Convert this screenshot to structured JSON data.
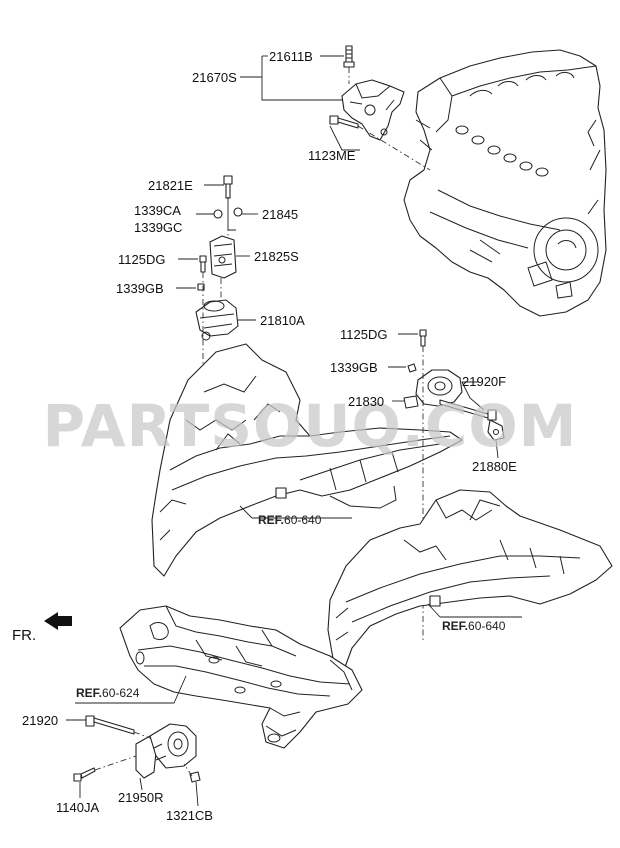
{
  "watermark": "PARTSOUQ.COM",
  "direction_label": "FR.",
  "part_labels": {
    "p21611B": "21611B",
    "p21670S": "21670S",
    "p1123ME": "1123ME",
    "p21821E": "21821E",
    "p1339CA": "1339CA",
    "p1339GC": "1339GC",
    "p21845": "21845",
    "p1125DG_a": "1125DG",
    "p21825S": "21825S",
    "p1339GB_a": "1339GB",
    "p21810A": "21810A",
    "p1125DG_b": "1125DG",
    "p1339GB_b": "1339GB",
    "p21920F": "21920F",
    "p21830": "21830",
    "p21880E": "21880E",
    "p21920": "21920",
    "p21950R": "21950R",
    "p1140JA": "1140JA",
    "p1321CB": "1321CB"
  },
  "references": {
    "ref_a_prefix": "REF.",
    "ref_a_number": "60-640",
    "ref_b_prefix": "REF.",
    "ref_b_number": "60-640",
    "ref_c_prefix": "REF.",
    "ref_c_number": "60-624"
  }
}
